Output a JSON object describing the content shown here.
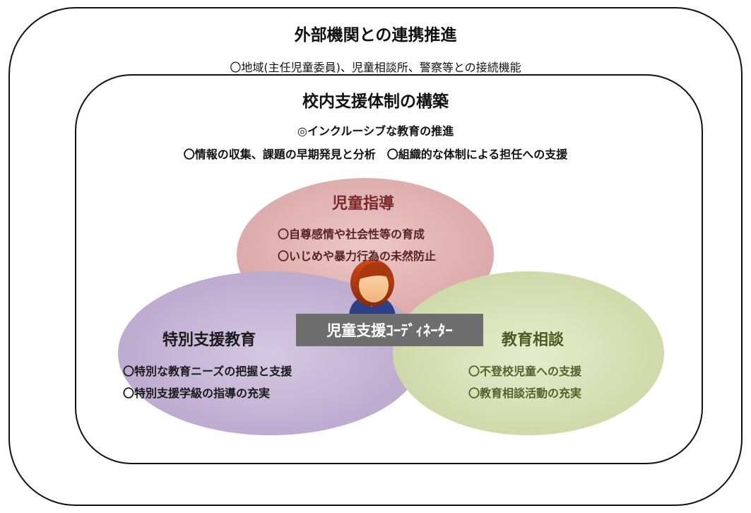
{
  "outer": {
    "title": "外部機関との連携推進",
    "subtitle": "〇地域(主任児童委員)、児童相談所、警察等との接続機能"
  },
  "inner": {
    "title": "校内支援体制の構築",
    "line1": "◎インクルーシブな教育の推進",
    "line2": "〇情報の収集、課題の早期発見と分析　〇組織的な体制による担任への支援"
  },
  "circles": {
    "guidance": {
      "title": "児童指導",
      "items": [
        "〇自尊感情や社会性等の育成",
        "〇いじめや暴力行為の未然防止"
      ],
      "color": "#d9a3a3"
    },
    "special": {
      "title": "特別支援教育",
      "items": [
        "〇特別な教育ニーズの把握と支援",
        "〇特別支援学級の指導の充実"
      ],
      "color": "#b7a2cc"
    },
    "consult": {
      "title": "教育相談",
      "items": [
        "〇不登校児童への支援",
        "〇教育相談活動の充実"
      ],
      "color": "#cfdca6"
    }
  },
  "coordinator": {
    "label": "児童支援ｺｰﾃﾞｨﾈｰﾀｰ",
    "icon": "person-icon"
  }
}
